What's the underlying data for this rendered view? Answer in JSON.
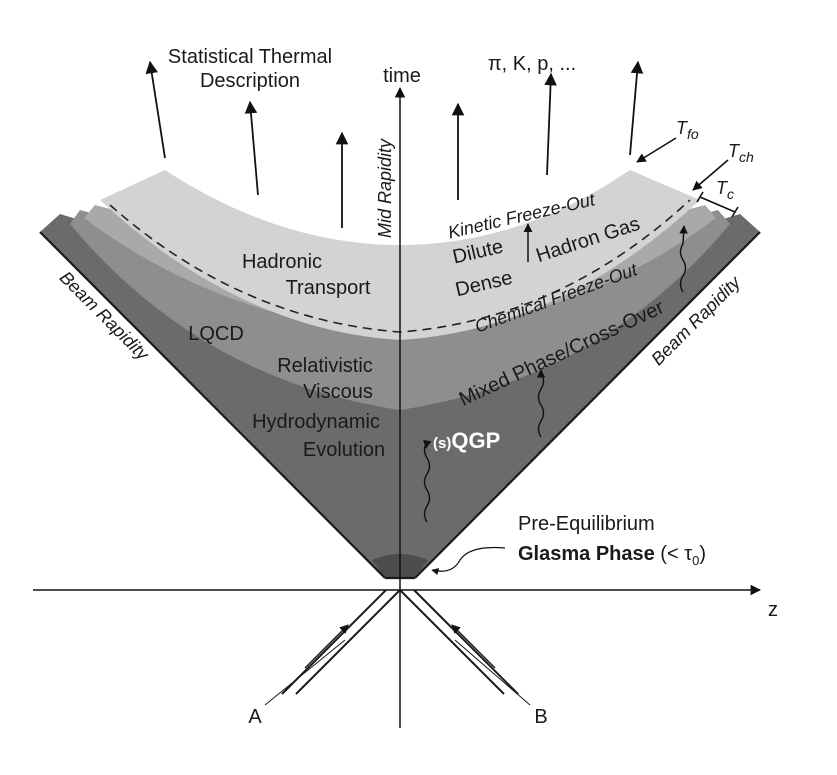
{
  "axes": {
    "time_label": "time",
    "z_label": "z",
    "mid_rapidity": "Mid Rapidity",
    "beam_rapidity_left": "Beam Rapidity",
    "beam_rapidity_right": "Beam Rapidity"
  },
  "nuclei": {
    "a": "A",
    "b": "B"
  },
  "top": {
    "statistical_line1": "Statistical Thermal",
    "statistical_line2": "Description",
    "particles": "π, K, p, ..."
  },
  "temperatures": {
    "t_fo": {
      "base": "T",
      "sub": "fo"
    },
    "t_ch": {
      "base": "T",
      "sub": "ch"
    },
    "t_c": {
      "base": "T",
      "sub": "c"
    }
  },
  "regions": {
    "kinetic_freeze_out": "Kinetic Freeze-Out",
    "dilute": "Dilute",
    "hadron_gas": "Hadron Gas",
    "dense": "Dense",
    "chemical_freeze_out": "Chemical Freeze-Out",
    "hadronic_line1": "Hadronic",
    "hadronic_line2": "Transport",
    "lqcd": "LQCD",
    "mixed_phase": "Mixed Phase/Cross-Over",
    "hydro_line1": "Relativistic",
    "hydro_line2": "Viscous",
    "hydro_line3": "Hydrodynamic",
    "hydro_line4": "Evolution",
    "sqgp_prefix": "(s)",
    "sqgp": "QGP"
  },
  "pre_equilibrium": {
    "line1": "Pre-Equilibrium",
    "line2_bold": "Glasma Phase",
    "line2_rest": " (< τ",
    "line2_sub": "0",
    "line2_close": ")"
  },
  "colors": {
    "outer_dark": "#6b6b6b",
    "mid_gray": "#8e8e8e",
    "light_gray": "#a9a9a9",
    "lightest": "#d3d3d3",
    "pre_equilibrium": "#4d4d4d"
  }
}
